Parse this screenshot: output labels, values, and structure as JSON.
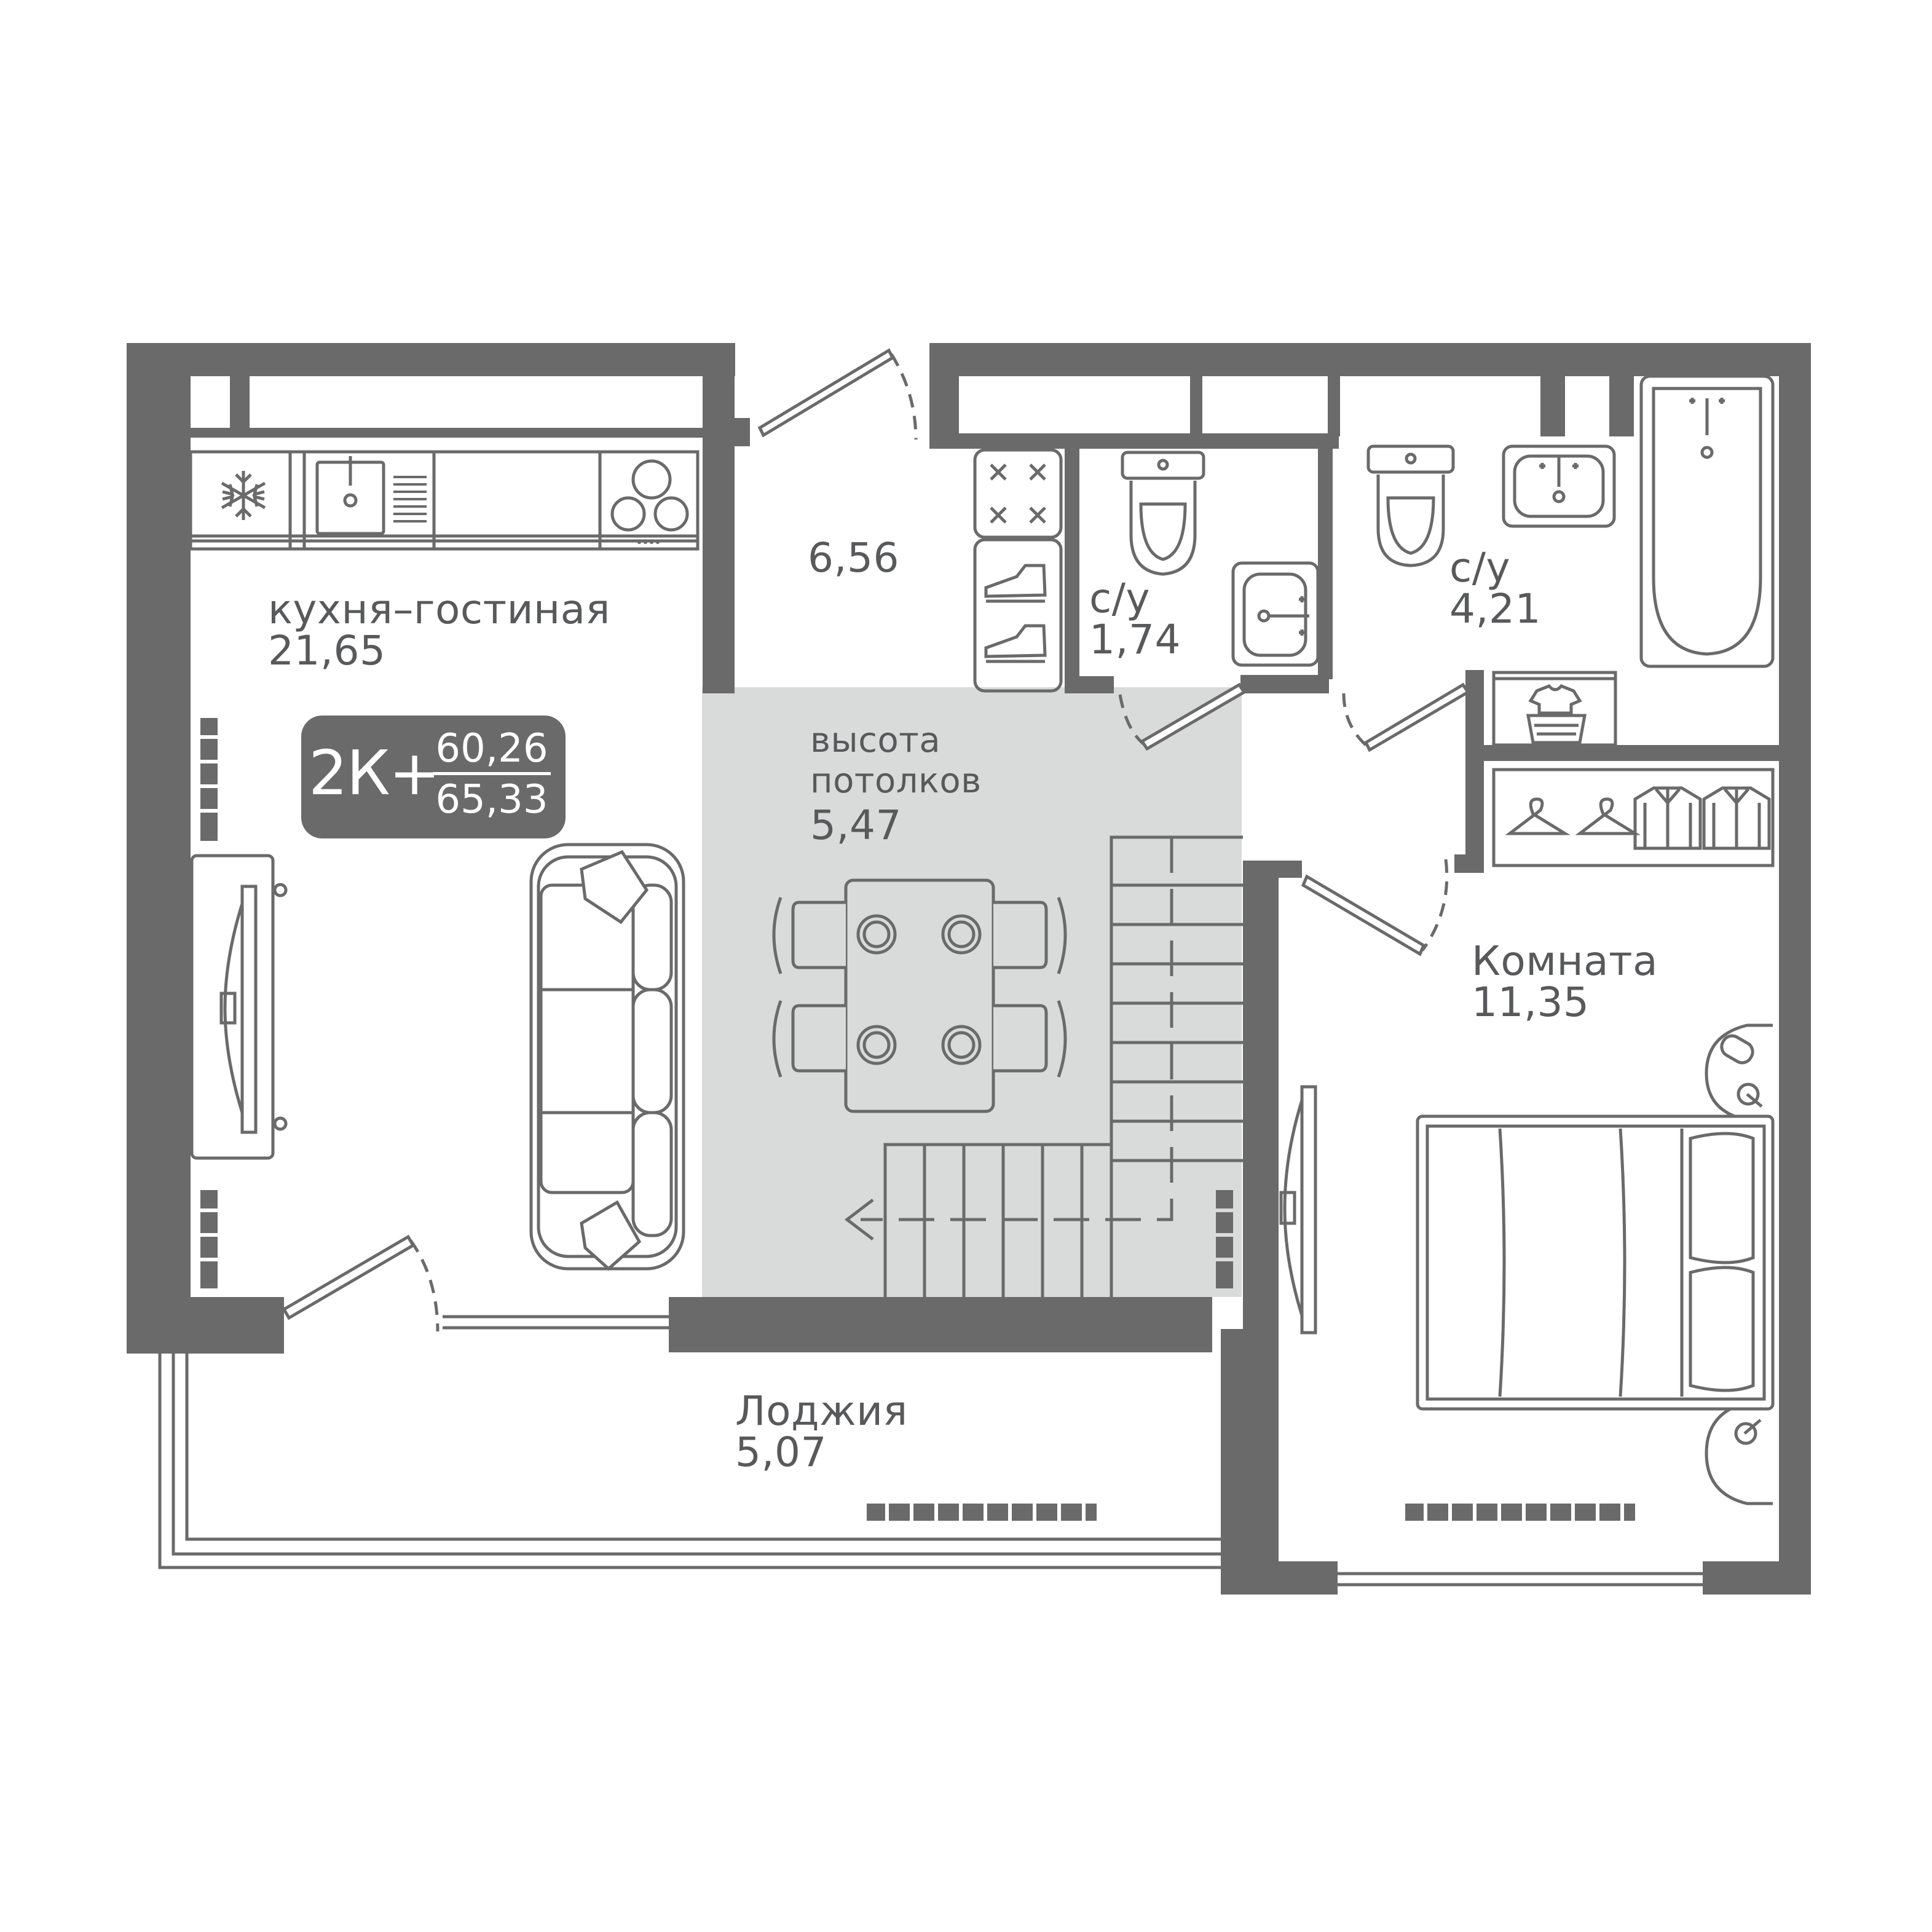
{
  "colors": {
    "wall": "#6a6a6a",
    "line": "#6a6a6a",
    "dining_zone": "#d9dbda",
    "text": "#58595b",
    "badge_bg": "#6a6a6a",
    "badge_text": "#ffffff"
  },
  "badge": {
    "type": "2К+",
    "living_area": "60,26",
    "total_area": "65,33"
  },
  "rooms": {
    "kitchen_living": {
      "name": "кухня–гостиная",
      "area": "21,65"
    },
    "hall": {
      "area": "6,56"
    },
    "dining": {
      "line1": "высота",
      "line2": "потолков",
      "value": "5,47"
    },
    "bathroom_small": {
      "name": "с/у",
      "area": "1,74"
    },
    "bathroom_large": {
      "name": "с/у",
      "area": "4,21"
    },
    "room": {
      "name": "Комната",
      "area": "11,35"
    },
    "loggia": {
      "name": "Лоджия",
      "area": "5,07"
    }
  },
  "icons": [
    "fridge-snowflake-icon",
    "kitchen-sink-icon",
    "cooktop-icon",
    "stove-icon",
    "shoe-rack-icon",
    "toilet-icon",
    "washbasin-icon",
    "bathtub-icon",
    "washing-machine-icon",
    "clothes-hanger-icon",
    "shirt-icon",
    "sofa-icon",
    "tv-stand-icon",
    "dining-table-icon",
    "chair-icon",
    "staircase-icon",
    "double-bed-icon",
    "nightstand-icon",
    "radiator-icon",
    "window-icon",
    "door-icon"
  ]
}
